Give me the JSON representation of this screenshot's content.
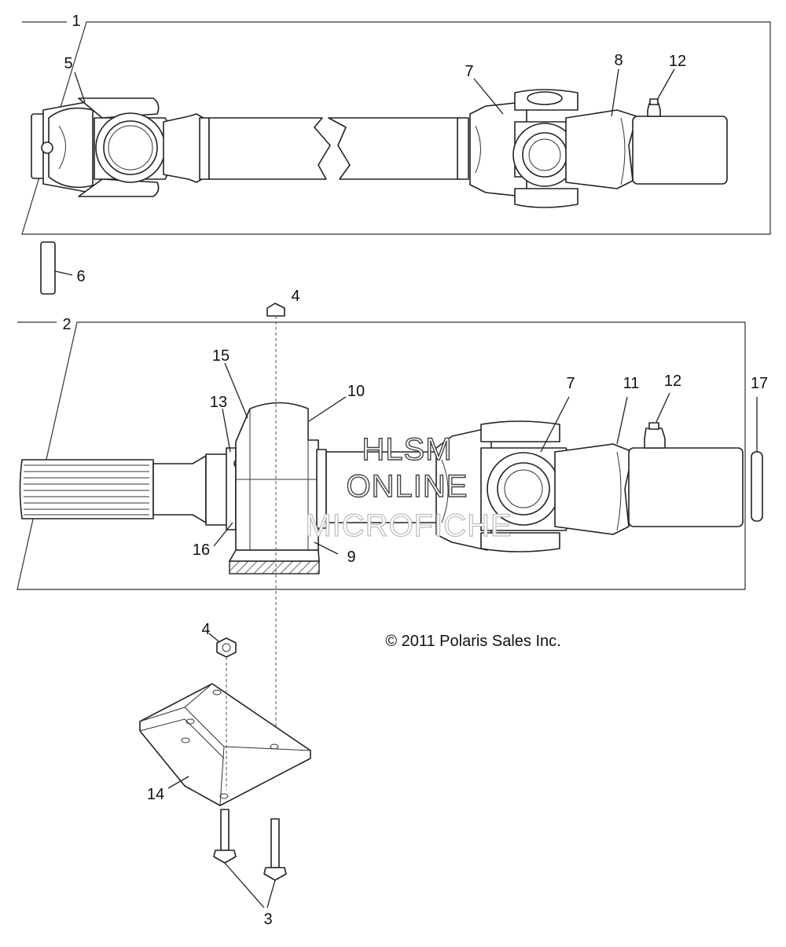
{
  "copyright": "© 2011 Polaris Sales Inc.",
  "watermark": [
    "HLSM",
    "ONLINE",
    "MICROFICHE"
  ],
  "callouts": {
    "c1": "1",
    "c2": "2",
    "c3": "3",
    "c4a": "4",
    "c4b": "4",
    "c5": "5",
    "c6": "6",
    "c7a": "7",
    "c7b": "7",
    "c8": "8",
    "c9": "9",
    "c10": "10",
    "c11": "11",
    "c12a": "12",
    "c12b": "12",
    "c13": "13",
    "c14": "14",
    "c15": "15",
    "c16": "16",
    "c17": "17"
  },
  "colors": {
    "line": "#222222",
    "background": "#ffffff",
    "watermark_dark": "#444444",
    "watermark_light": "#bbbbbb"
  }
}
